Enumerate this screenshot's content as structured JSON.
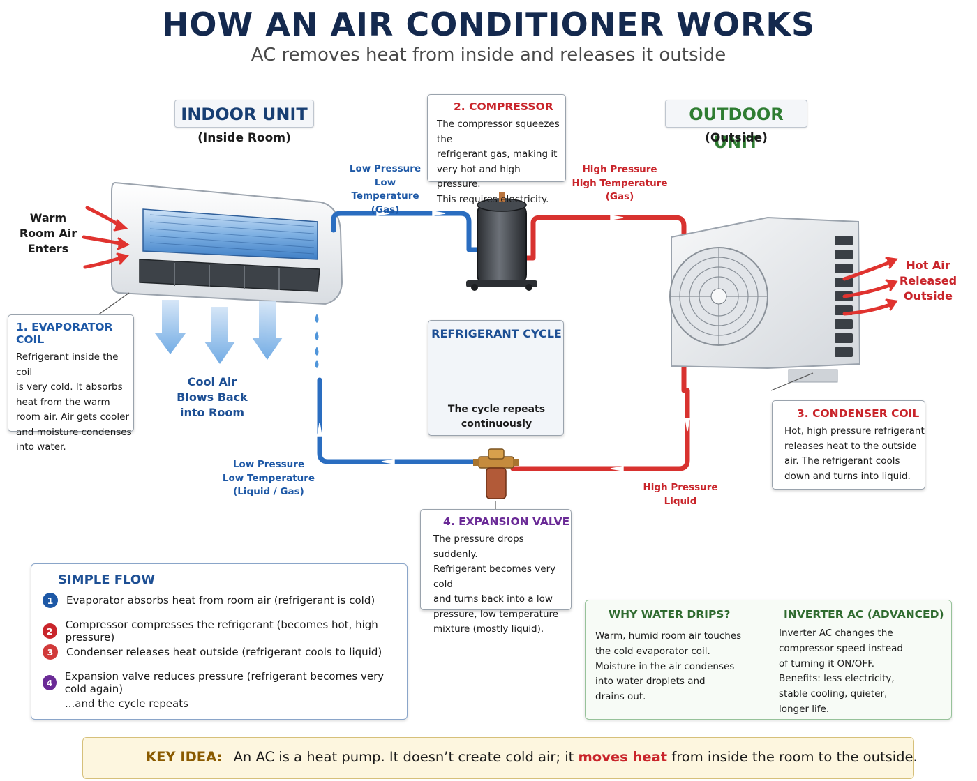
{
  "title": "HOW AN AIR CONDITIONER WORKS",
  "subtitle": "AC removes heat from inside and releases it outside",
  "indoor": {
    "label": "INDOOR UNIT",
    "sub": "(Inside Room)"
  },
  "outdoor": {
    "label": "OUTDOOR UNIT",
    "sub": "(Outside)"
  },
  "warm_air": {
    "l1": "Warm",
    "l2": "Room Air",
    "l3": "Enters"
  },
  "hot_air": {
    "l1": "Hot Air",
    "l2": "Released",
    "l3": "Outside"
  },
  "cool_air": {
    "l1": "Cool Air",
    "l2": "Blows Back",
    "l3": "into Room"
  },
  "steps": {
    "evaporator": {
      "title": "1. EVAPORATOR COIL",
      "lines": [
        "Refrigerant inside the coil",
        "is very cold. It absorbs",
        "heat from the warm",
        "room air. Air gets cooler",
        "and moisture condenses",
        "into water."
      ]
    },
    "compressor": {
      "title": "2. COMPRESSOR",
      "lines": [
        "The compressor squeezes the",
        "refrigerant gas, making it",
        "very hot and high pressure.",
        "This requires electricity."
      ]
    },
    "condenser": {
      "title": "3. CONDENSER COIL",
      "lines": [
        "Hot, high pressure refrigerant",
        "releases heat to the outside",
        "air. The refrigerant cools",
        "down and turns into liquid."
      ]
    },
    "expansion": {
      "title": "4. EXPANSION VALVE",
      "lines": [
        "The pressure drops suddenly.",
        "Refrigerant becomes very cold",
        "and turns back into a low",
        "pressure, low temperature",
        "mixture (mostly liquid)."
      ]
    }
  },
  "pipes": {
    "low_gas": {
      "l1": "Low Pressure",
      "l2": "Low Temperature",
      "l3": "(Gas)"
    },
    "high_gas": {
      "l1": "High Pressure",
      "l2": "High Temperature",
      "l3": "(Gas)"
    },
    "high_liquid": {
      "l1": "High Pressure",
      "l2": "Liquid"
    },
    "low_mix": {
      "l1": "Low Pressure",
      "l2": "Low Temperature",
      "l3": "(Liquid / Gas)"
    }
  },
  "cycle": {
    "title": "REFRIGERANT CYCLE",
    "l1": "The cycle repeats",
    "l2": "continuously"
  },
  "simple_flow": {
    "title": "SIMPLE FLOW",
    "steps": [
      {
        "num": "1",
        "text": "Evaporator absorbs heat from room air (refrigerant is cold)",
        "color": "#1d58a6"
      },
      {
        "num": "2",
        "text": "Compressor compresses the refrigerant (becomes hot, high pressure)",
        "color": "#c9252b"
      },
      {
        "num": "3",
        "text": "Condenser releases heat outside (refrigerant cools to liquid)",
        "color": "#d13a3a"
      },
      {
        "num": "4",
        "text": "Expansion valve reduces pressure (refrigerant becomes very cold again)",
        "color": "#6a2a96"
      }
    ],
    "footer": "...and the cycle repeats"
  },
  "water": {
    "title": "WHY WATER DRIPS?",
    "lines": [
      "Warm, humid room air touches",
      "the cold evaporator coil.",
      "Moisture in the air condenses",
      "into water droplets and",
      "drains out."
    ]
  },
  "inverter": {
    "title": "INVERTER AC (ADVANCED)",
    "lines": [
      "Inverter AC changes the",
      "compressor speed instead",
      "of turning it ON/OFF.",
      "Benefits: less electricity,",
      "stable cooling, quieter,",
      "longer life."
    ]
  },
  "key_idea": {
    "label": "KEY IDEA:",
    "before": "An AC is a heat pump. It doesn’t create cold air; it",
    "emph": "moves heat",
    "after": "from inside the room to the outside."
  },
  "colors": {
    "cold": "#2a6dc0",
    "hot": "#d8322f",
    "navy": "#14294e",
    "green": "#2f7d32",
    "purple": "#6a2a96"
  },
  "icons": [
    "warm-air-arrows-icon",
    "cool-air-arrows-icon",
    "water-drop-icon",
    "compressor-icon",
    "expansion-valve-icon",
    "cycle-arrows-icon",
    "leaf-icon",
    "lightbulb-icon"
  ]
}
